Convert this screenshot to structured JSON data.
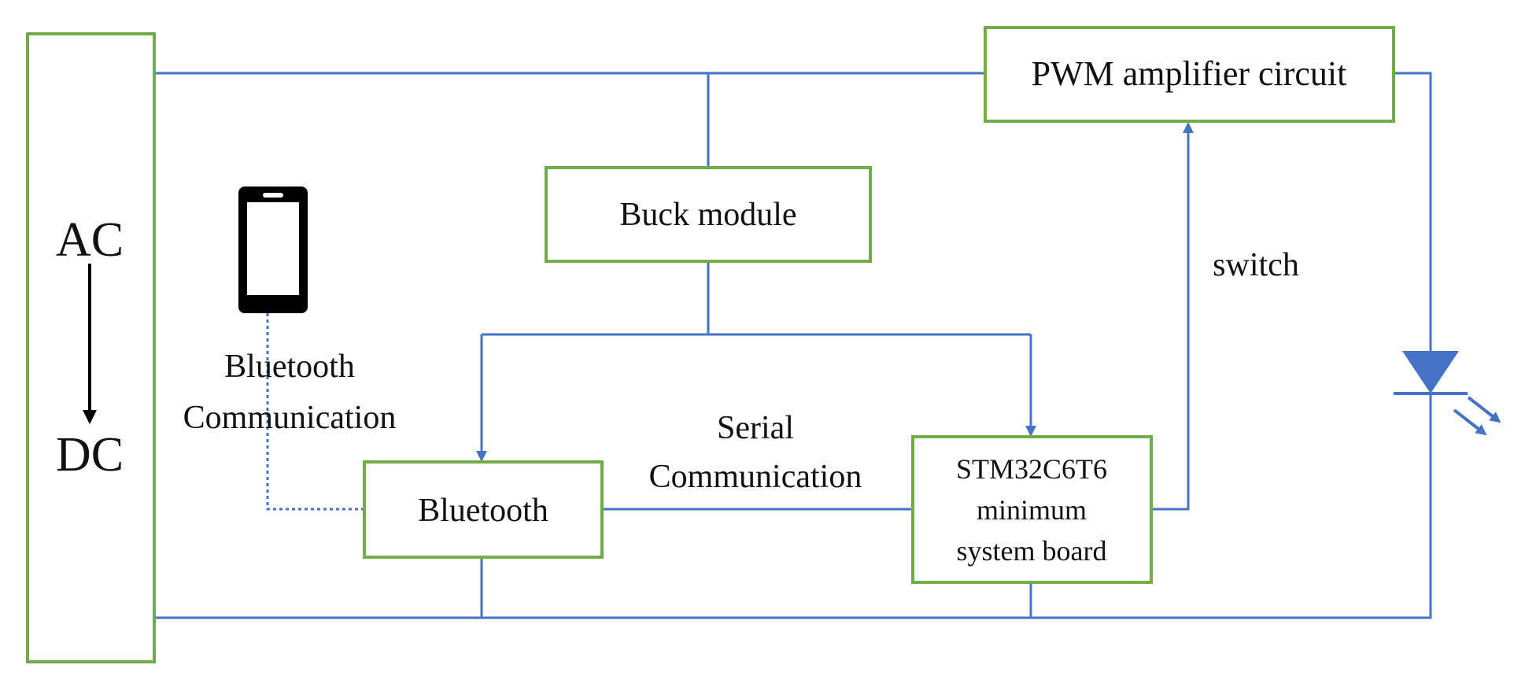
{
  "colors": {
    "box_border": "#70ad47",
    "wire": "#4472c4",
    "arrow_black": "#000000",
    "phone": "#000000",
    "text": "#111111"
  },
  "icons": {
    "phone": "smartphone-icon",
    "led": "led-diode-icon"
  },
  "labels": {
    "ac": "AC",
    "dc": "DC",
    "pwm": "PWM amplifier circuit",
    "buck": "Buck module",
    "bluetooth_module": "Bluetooth",
    "stm_line1": "STM32C6T6",
    "stm_line2": "minimum",
    "stm_line3": "system board",
    "bt_comm_line1": "Bluetooth",
    "bt_comm_line2": "Communication",
    "serial_line1": "Serial",
    "serial_line2": "Communication",
    "switch": "switch"
  }
}
